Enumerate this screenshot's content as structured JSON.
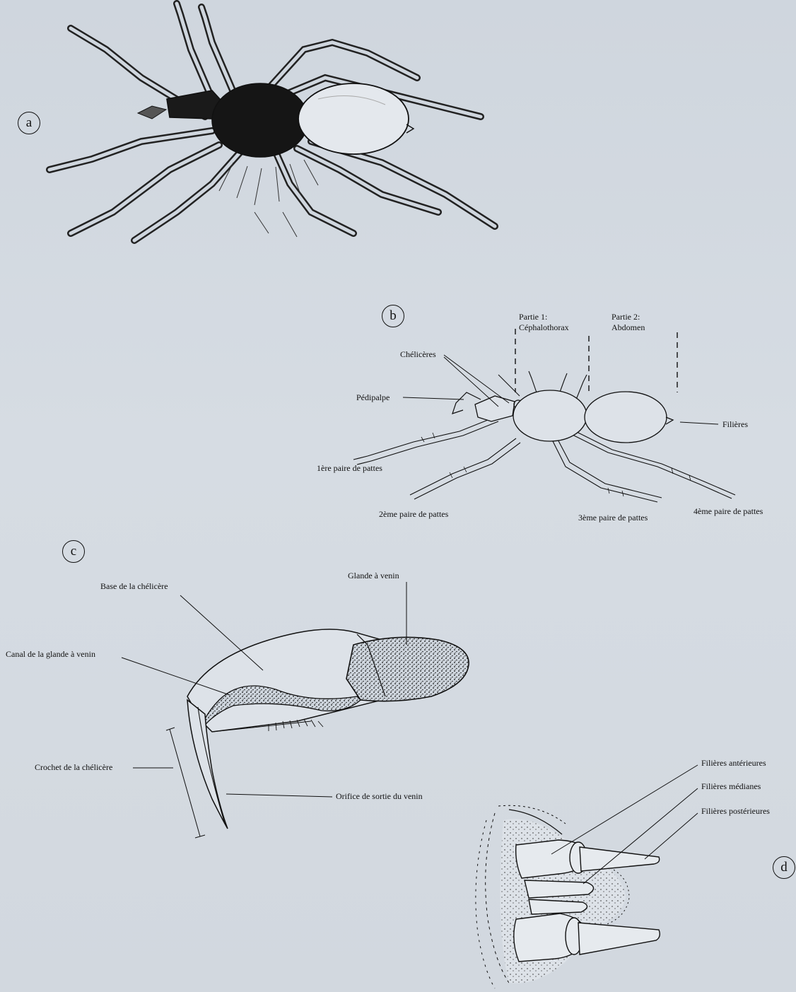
{
  "panels": {
    "a": "a",
    "b": "b",
    "c": "c",
    "d": "d"
  },
  "panel_b": {
    "part1_title": "Partie 1:",
    "part1_name": "Céphalothorax",
    "part2_title": "Partie 2:",
    "part2_name": "Abdomen",
    "chelicerae": "Chélicères",
    "pedipalp": "Pédipalpe",
    "spinnerets": "Filières",
    "leg1": "1ère paire de pattes",
    "leg2": "2ème paire de pattes",
    "leg3": "3ème paire de pattes",
    "leg4": "4ème paire de pattes"
  },
  "panel_c": {
    "base": "Base de la chélicère",
    "gland": "Glande à venin",
    "canal": "Canal de la glande à venin",
    "fang": "Crochet de la chélicère",
    "orifice": "Orifice de sortie du venin"
  },
  "panel_d": {
    "anterior": "Filières antérieures",
    "median": "Filières médianes",
    "posterior": "Filières postérieures"
  },
  "colors": {
    "paper": "#d3d9e0",
    "ink": "#111111"
  }
}
